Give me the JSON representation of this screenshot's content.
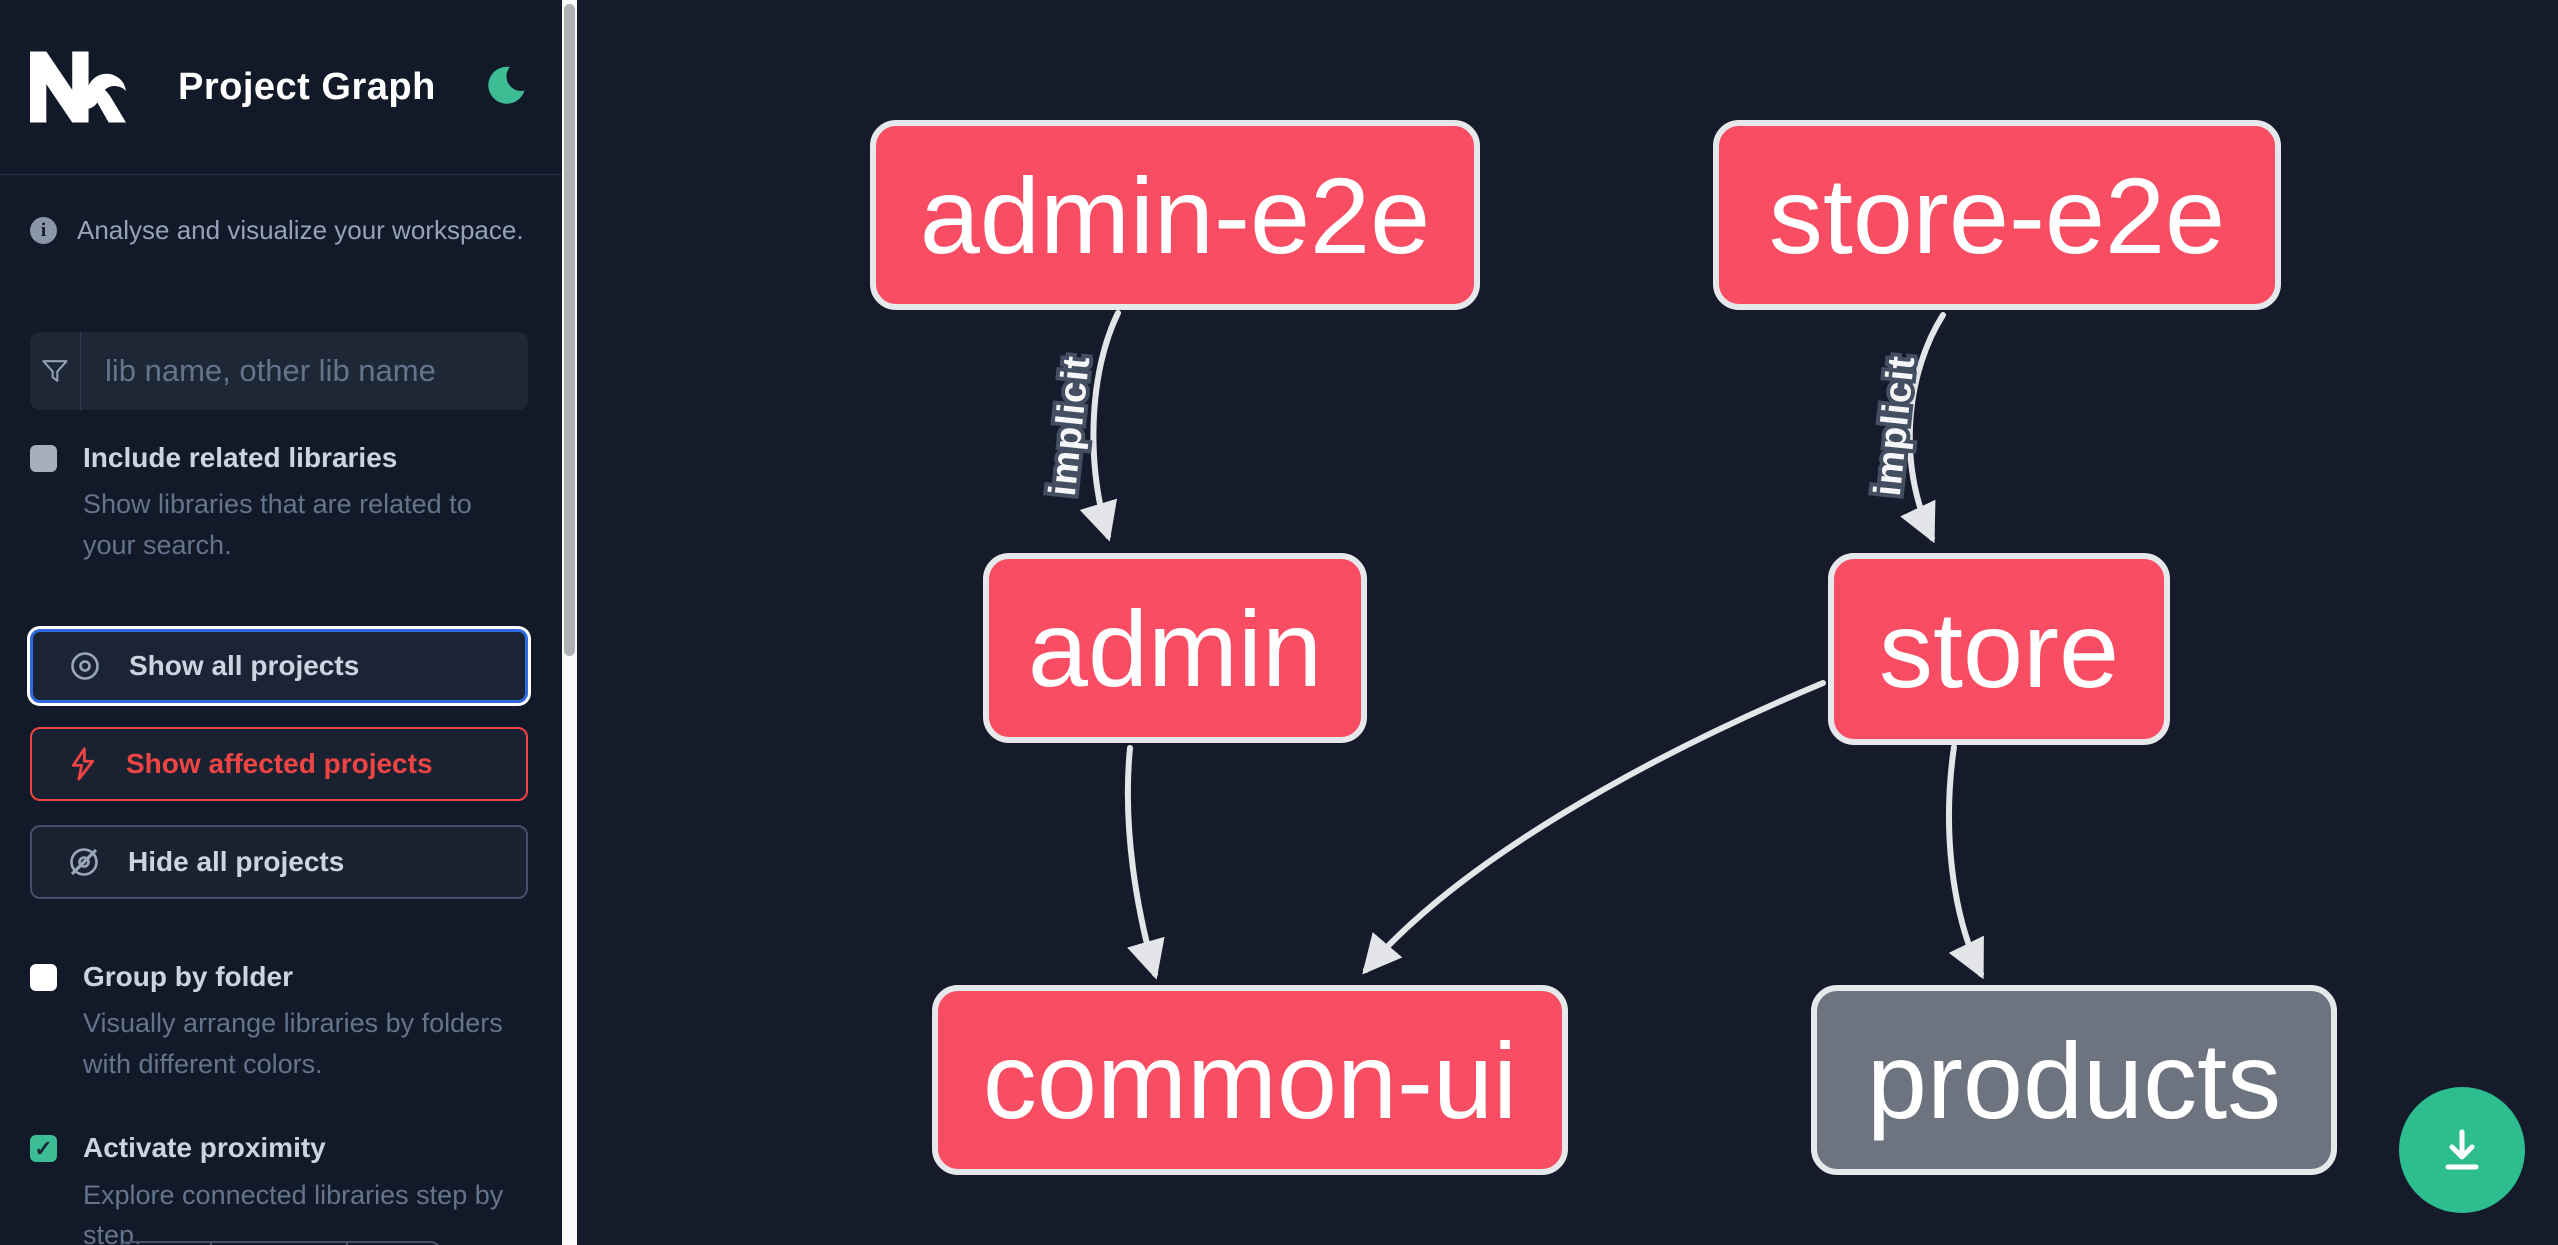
{
  "header": {
    "title": "Project Graph"
  },
  "sidebar": {
    "tagline": "Analyse and visualize your workspace.",
    "search": {
      "placeholder": "lib name, other lib name"
    },
    "options": [
      {
        "label": "Include related libraries",
        "description": "Show libraries that are related to your search.",
        "checked": false
      },
      {
        "label": "Group by folder",
        "description": "Visually arrange libraries by folders with different colors.",
        "checked": false
      },
      {
        "label": "Activate proximity",
        "description": "Explore connected libraries step by step.",
        "checked": true
      }
    ],
    "actions": [
      {
        "label": "Show all projects",
        "state": "focused"
      },
      {
        "label": "Show affected projects",
        "state": "danger"
      },
      {
        "label": "Hide all projects",
        "state": "default"
      }
    ],
    "checkmark": "✓"
  },
  "graph": {
    "nodes": [
      {
        "id": "admin-e2e",
        "label": "admin-e2e",
        "color": "#f94d64"
      },
      {
        "id": "store-e2e",
        "label": "store-e2e",
        "color": "#f94d64"
      },
      {
        "id": "admin",
        "label": "admin",
        "color": "#f94d64"
      },
      {
        "id": "store",
        "label": "store",
        "color": "#f94d64"
      },
      {
        "id": "common-ui",
        "label": "common-ui",
        "color": "#f94d64"
      },
      {
        "id": "products",
        "label": "products",
        "color": "#6d7480"
      }
    ],
    "edges": [
      {
        "source": "admin-e2e",
        "target": "admin",
        "label": "implicit"
      },
      {
        "source": "store-e2e",
        "target": "store",
        "label": "implicit"
      },
      {
        "source": "admin",
        "target": "common-ui",
        "label": ""
      },
      {
        "source": "store",
        "target": "common-ui",
        "label": ""
      },
      {
        "source": "store",
        "target": "products",
        "label": ""
      }
    ]
  },
  "fab": {
    "icon": "download-icon"
  },
  "colors": {
    "accent_green": "#3cbd93",
    "node_pink": "#f94d64",
    "node_gray": "#6d7480",
    "focus_blue": "#2f6bdf",
    "danger_red": "#ef4444",
    "edge": "#e4e5e9",
    "canvas_bg": "#151b2b",
    "sidebar_bg": "#121929"
  }
}
